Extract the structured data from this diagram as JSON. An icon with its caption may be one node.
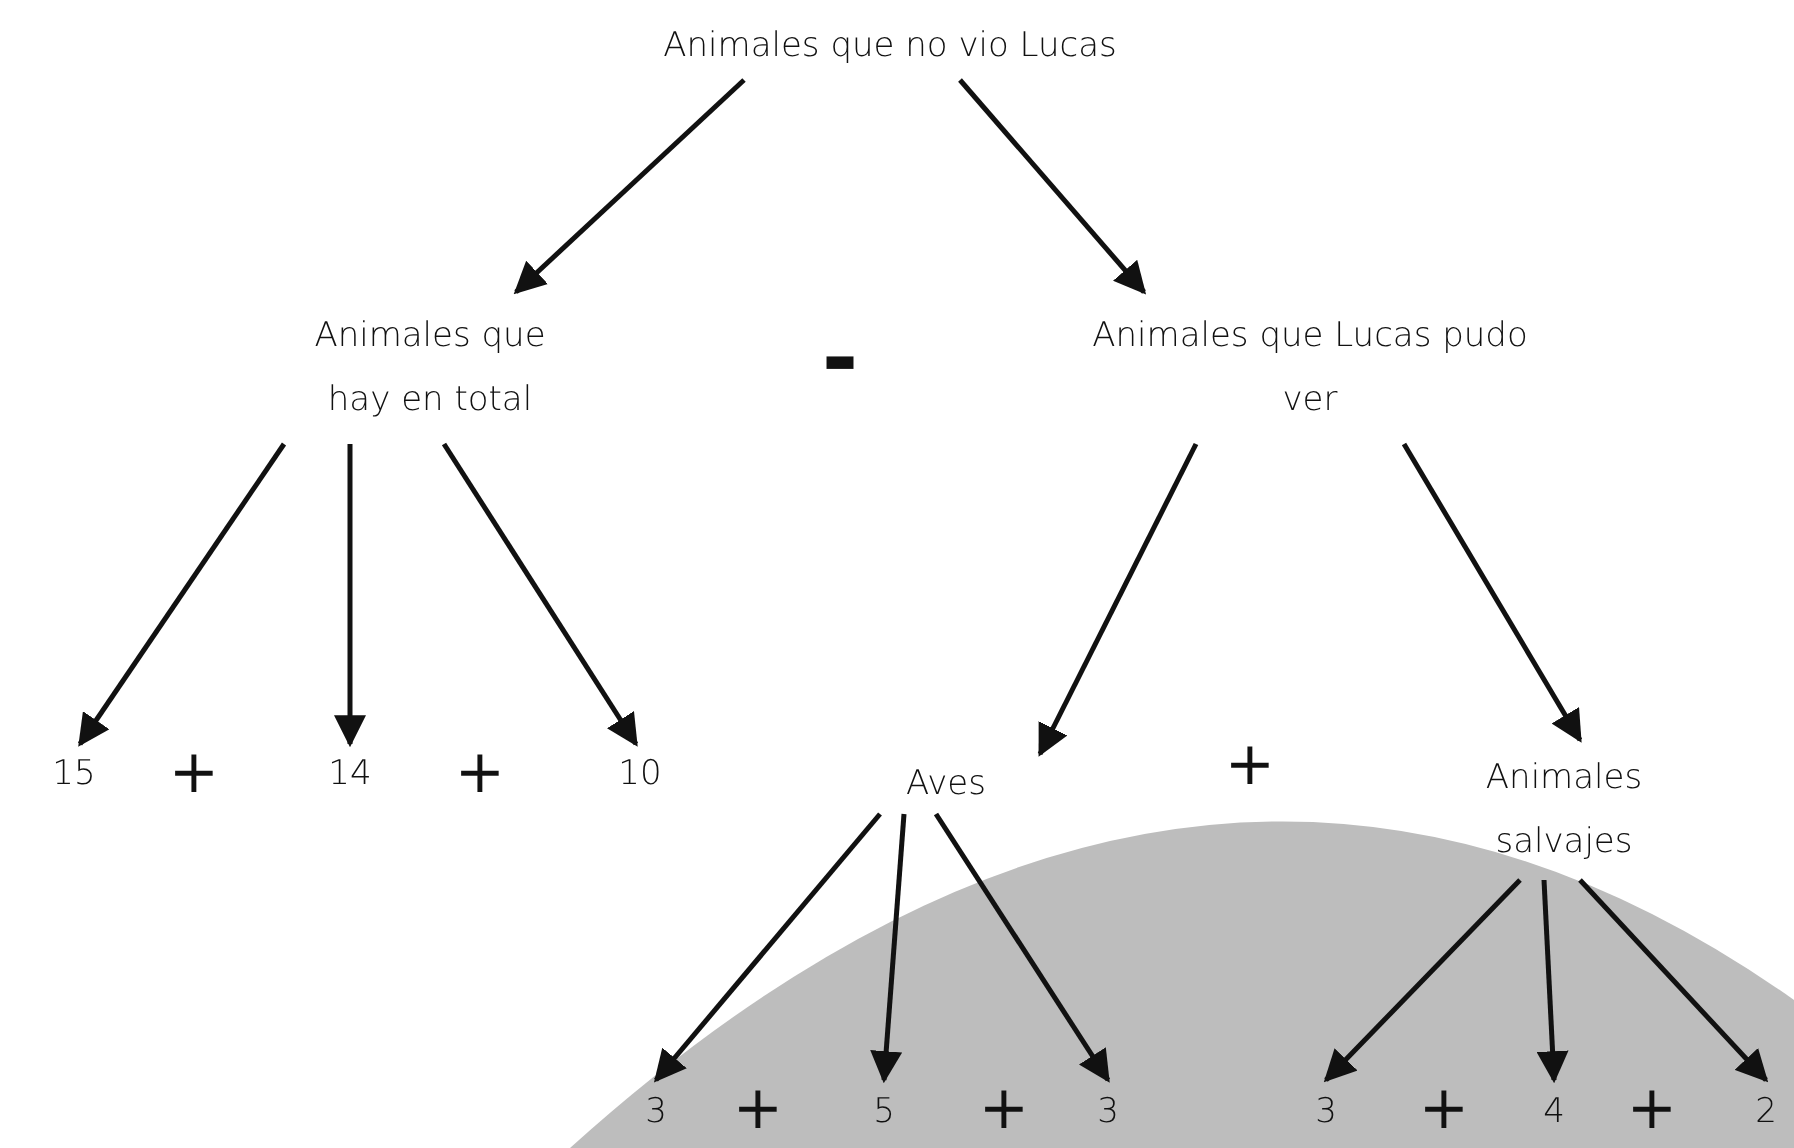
{
  "diagram": {
    "nodes": [
      {
        "text": [
          "Animales que no vio Lucas"
        ]
      },
      {
        "text": [
          "Animales que hay en total"
        ]
      },
      {
        "text": [
          "Animales que Lucas pudo ver"
        ]
      },
      {
        "text": [
          "15"
        ]
      },
      {
        "text": [
          "14"
        ]
      },
      {
        "text": [
          "10"
        ]
      },
      {
        "text": [
          "Aves"
        ]
      },
      {
        "text": [
          "Animales salvajes"
        ]
      },
      {
        "text": [
          "3"
        ]
      },
      {
        "text": [
          "5"
        ]
      },
      {
        "text": [
          "3"
        ]
      },
      {
        "text": [
          "3"
        ]
      },
      {
        "text": [
          "4"
        ]
      },
      {
        "text": [
          "2"
        ]
      }
    ],
    "edges": [
      {
        "from": 0,
        "to": 1,
        "arrow": "to"
      },
      {
        "from": 0,
        "to": 2,
        "arrow": "to"
      },
      {
        "from": 1,
        "to": 3,
        "arrow": "to"
      },
      {
        "from": 1,
        "to": 4,
        "arrow": "to"
      },
      {
        "from": 1,
        "to": 5,
        "arrow": "to"
      },
      {
        "from": 2,
        "to": 6,
        "arrow": "to"
      },
      {
        "from": 2,
        "to": 7,
        "arrow": "to"
      },
      {
        "from": 6,
        "to": 8,
        "arrow": "to"
      },
      {
        "from": 6,
        "to": 9,
        "arrow": "to"
      },
      {
        "from": 6,
        "to": 10,
        "arrow": "to"
      },
      {
        "from": 7,
        "to": 11,
        "arrow": "to"
      },
      {
        "from": 7,
        "to": 12,
        "arrow": "to"
      },
      {
        "from": 7,
        "to": 13,
        "arrow": "to"
      }
    ],
    "labels": [
      "-",
      "+",
      "+",
      "+",
      "+",
      "+",
      "+",
      "+"
    ]
  }
}
